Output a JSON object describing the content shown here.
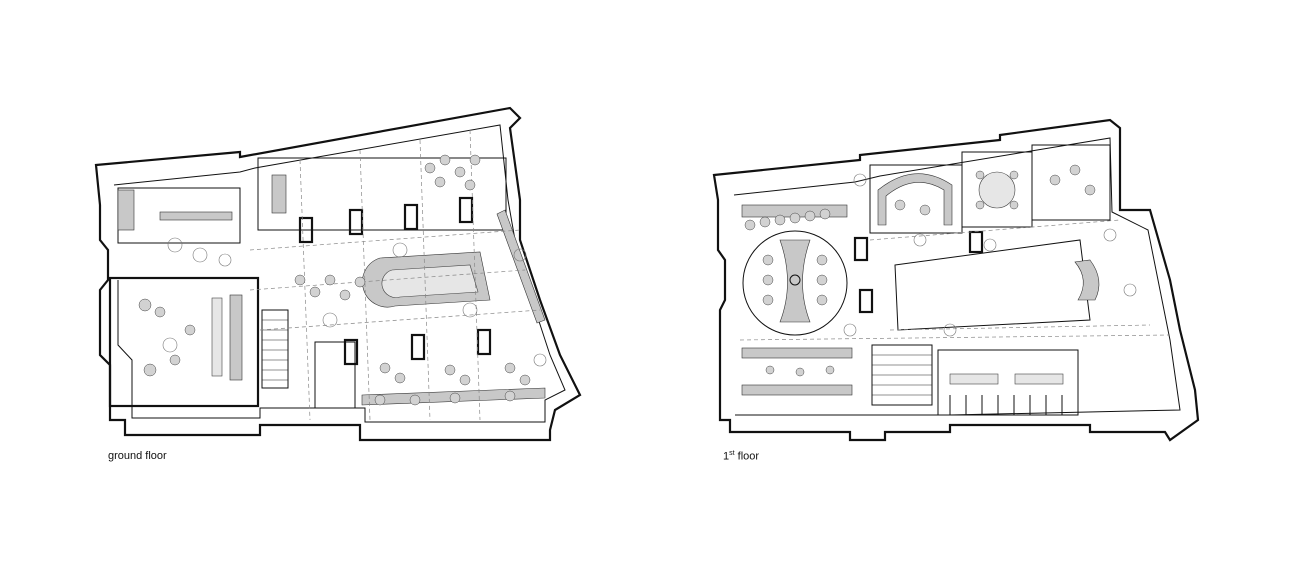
{
  "plans": [
    {
      "caption": "ground floor"
    },
    {
      "caption_main": "1",
      "caption_sup": "st",
      "caption_rest": " floor"
    }
  ]
}
